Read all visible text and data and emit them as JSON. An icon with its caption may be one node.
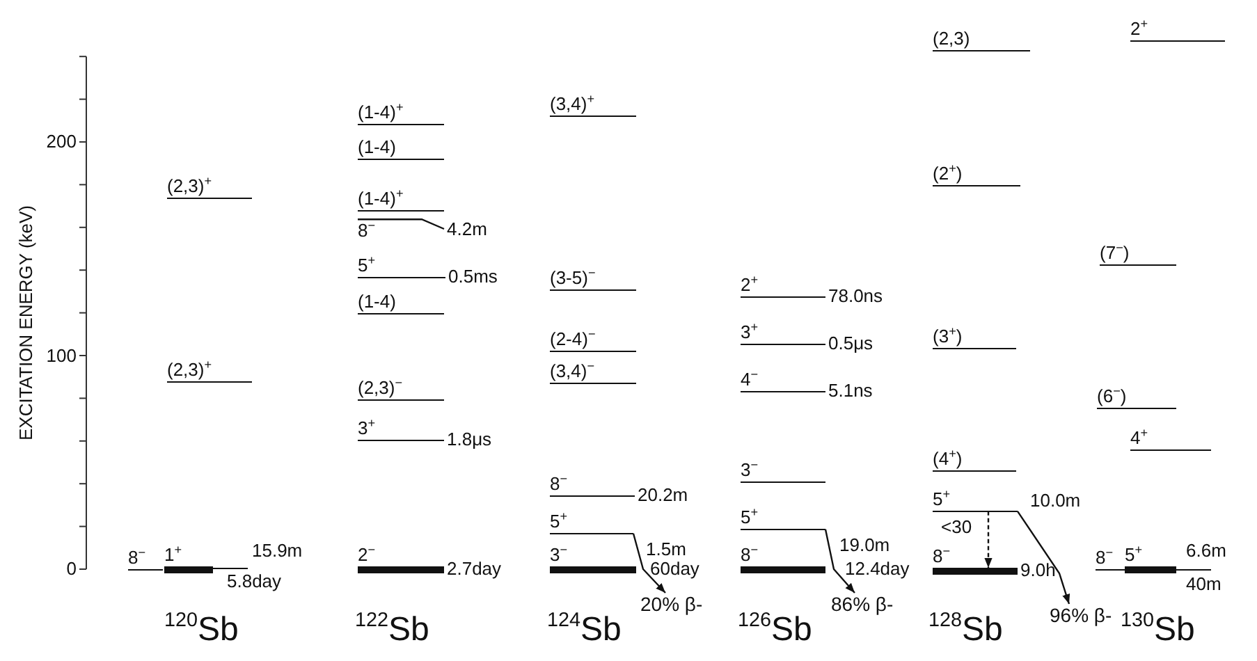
{
  "diagram": {
    "nodes": [
      {
        "text": [
          "(2,3)$^{+}$"
        ]
      },
      {
        "text": [
          "(2,3)$^{+}$"
        ]
      },
      {
        "text": [
          "8$^{−}$"
        ]
      },
      {
        "text": [
          "1$^{+}$"
        ],
        "beside": [
          "15.9m"
        ]
      },
      {
        "text": [
          "(1-4)$^{+}$"
        ]
      },
      {
        "text": [
          "(1-4)"
        ]
      },
      {
        "text": [
          "(1-4)$^{+}$"
        ]
      },
      {
        "text": [
          "8$^{−}$"
        ],
        "beside": [
          "4.2m"
        ]
      },
      {
        "text": [
          "5$^{+}$"
        ],
        "beside": [
          "0.5ms"
        ]
      },
      {
        "text": [
          "(1-4)"
        ]
      },
      {
        "text": [
          "(2,3)$^{−}$"
        ]
      },
      {
        "text": [
          "3$^{+}$"
        ],
        "beside": [
          "1.8μs"
        ]
      },
      {
        "text": [
          "2$^{−}$"
        ],
        "beside": [
          "2.7day"
        ]
      },
      {
        "text": [
          "(3,4)$^{+}$"
        ]
      },
      {
        "text": [
          "(3-5)$^{−}$"
        ]
      },
      {
        "text": [
          "(2-4)$^{−}$"
        ]
      },
      {
        "text": [
          "(3,4)$^{−}$"
        ]
      },
      {
        "text": [
          "8$^{−}$"
        ],
        "beside": [
          "20.2m"
        ]
      },
      {
        "text": [
          "5$^{+}$"
        ],
        "beside": [
          "1.5m"
        ]
      },
      {
        "text": [
          "3$^{−}$"
        ],
        "beside": [
          "60day"
        ]
      },
      {
        "text": [
          "20% β-"
        ]
      },
      {
        "text": [
          "2$^{+}$"
        ],
        "beside": [
          "78.0ns"
        ]
      },
      {
        "text": [
          "3$^{+}$"
        ],
        "beside": [
          "0.5μs"
        ]
      },
      {
        "text": [
          "4$^{−}$"
        ],
        "beside": [
          "5.1ns"
        ]
      },
      {
        "text": [
          "3$^{−}$"
        ]
      },
      {
        "text": [
          "5$^{+}$"
        ],
        "beside": [
          "19.0m"
        ]
      },
      {
        "text": [
          "8$^{−}$"
        ],
        "beside": [
          "12.4day"
        ]
      },
      {
        "text": [
          "86% β-"
        ]
      },
      {
        "text": [
          "(2,3)"
        ]
      },
      {
        "text": [
          "(2$^{+}$)"
        ]
      },
      {
        "text": [
          "(3$^{+}$)"
        ]
      },
      {
        "text": [
          "(4$^{+}$)"
        ]
      },
      {
        "text": [
          "5$^{+}$"
        ],
        "beside": [
          "10.0m"
        ]
      },
      {
        "text": [
          "8$^{−}$"
        ],
        "beside": [
          "9.0h"
        ]
      },
      {
        "text": [
          "96% β-"
        ]
      },
      {
        "text": [
          "2$^{+}$"
        ]
      },
      {
        "text": [
          "(7$^{−}$)"
        ]
      },
      {
        "text": [
          "(6$^{−}$)"
        ]
      },
      {
        "text": [
          "4$^{+}$"
        ]
      },
      {
        "text": [
          "8$^{−}$"
        ],
        "beside": [
          "40m"
        ]
      },
      {
        "text": [
          "5$^{+}$"
        ],
        "beside": [
          "6.6m"
        ]
      }
    ],
    "edges": [
      {
        "from": 18,
        "to": 20,
        "arrow": "to"
      },
      {
        "from": 25,
        "to": 27,
        "arrow": "to"
      },
      {
        "from": 32,
        "to": 34,
        "arrow": "to"
      },
      {
        "from": 32,
        "to": 33,
        "arrow": "to",
        "style": "dashed",
        "label": "<30"
      }
    ],
    "labels": [
      "EXCITATION ENERGY (keV)",
      "200",
      "100",
      "0",
      "$^{120}$Sb",
      "$^{122}$Sb",
      "$^{124}$Sb",
      "$^{126}$Sb",
      "$^{128}$Sb",
      "$^{130}$Sb",
      "5.8day"
    ]
  }
}
